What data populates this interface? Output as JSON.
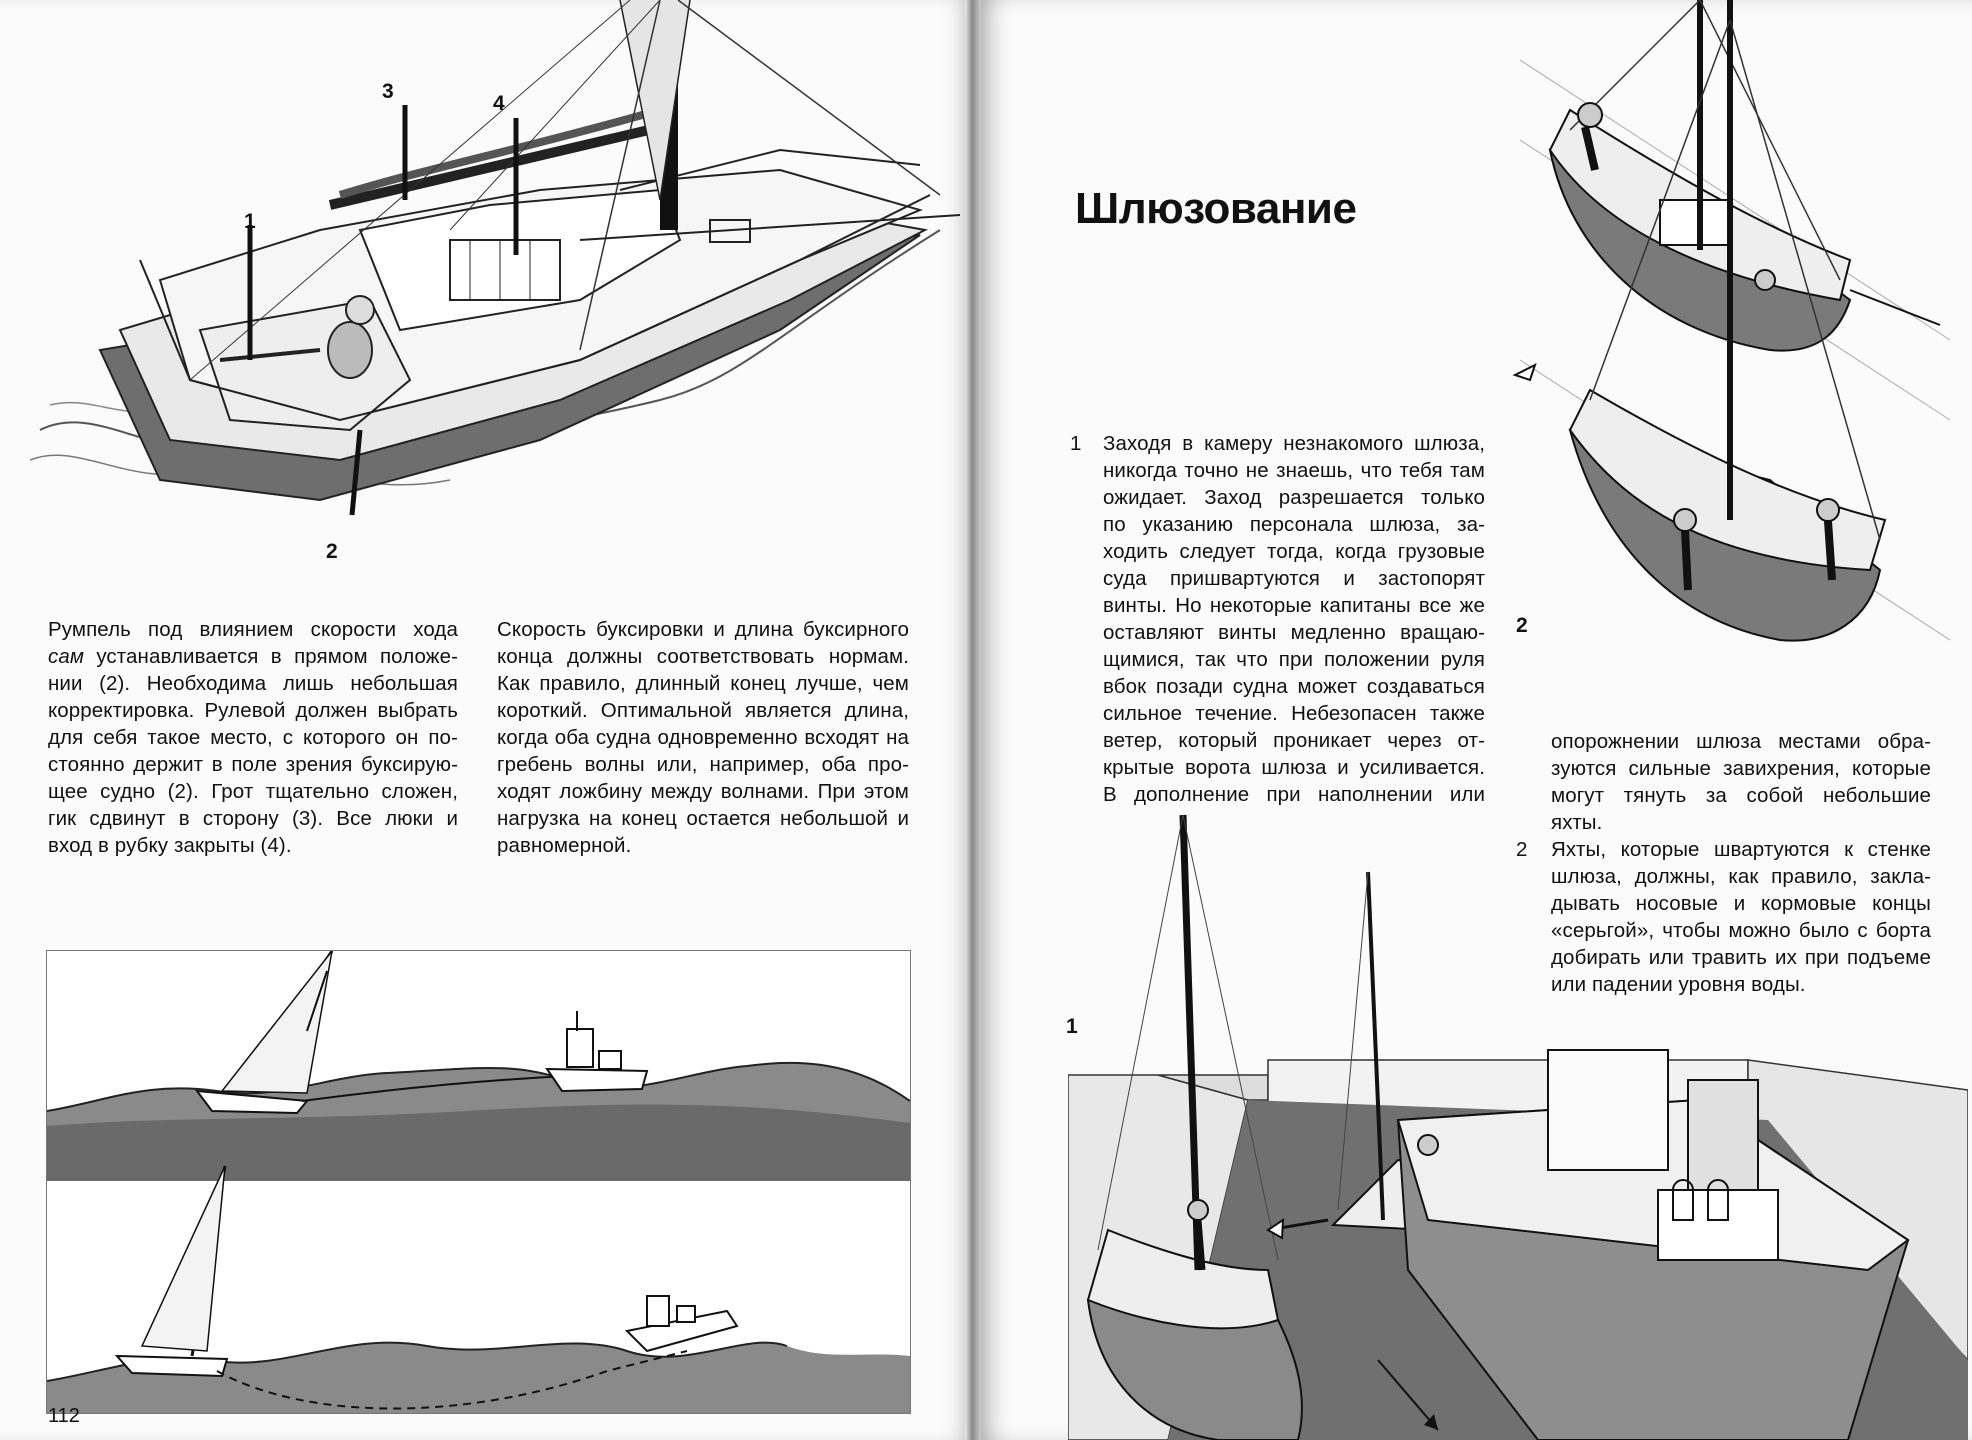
{
  "left_page": {
    "page_number": "112",
    "figure_top": {
      "callouts": [
        "1",
        "2",
        "3",
        "4"
      ]
    },
    "paragraph_left_lines": [
      "Румпель под влиянием скорости хода",
      "сам устанавливается в прямом положе-",
      "нии (2). Необходима лишь небольшая",
      "корректировка. Рулевой должен выбрать",
      "для себя такое место, с которого он по-",
      "стоянно держит в поле зрения буксирую-",
      "щее судно (2). Грот тщательно сложен,",
      "гик сдвинут в сторону (3). Все люки и",
      "вход в рубку закрыты (4)."
    ],
    "paragraph_left_italic_word": "сам",
    "paragraph_right_lines": [
      "Скорость буксировки и длина буксирного",
      "конца должны соответствовать нормам.",
      "Как правило, длинный конец лучше, чем",
      "короткий. Оптимальной является длина,",
      "когда оба судна одновременно всходят на",
      "гребень волны или, например, оба про-",
      "ходят ложбину между волнами. При этом",
      "нагрузка на конец остается небольшой и",
      "равномерной."
    ]
  },
  "right_page": {
    "title": "Шлюзование",
    "item1_number": "1",
    "item1_lines": [
      "Заходя в камеру незнакомого шлюза,",
      "никогда точно не знаешь, что тебя там",
      "ожидает. Заход разрешается только",
      "по указанию персонала шлюза, за-",
      "ходить следует тогда, когда грузовые",
      "суда пришвартуются и застопорят",
      "винты. Но некоторые капитаны все же",
      "оставляют винты медленно вращаю-",
      "щимися, так что при положении руля",
      "вбок позади судна может создаваться",
      "сильное течение. Небезопасен также",
      "ветер, который проникает через от-",
      "крытые ворота шлюза и усиливается.",
      "В дополнение при наполнении или"
    ],
    "item1_continuation_lines": [
      "опорожнении шлюза местами обра-",
      "зуются сильные завихрения, которые",
      "могут тянуть за собой небольшие",
      "яхты."
    ],
    "item2_number": "2",
    "item2_lines": [
      "Яхты, которые швартуются к стенке",
      "шлюза, должны, как правило, закла-",
      "дывать носовые и кормовые концы",
      "«серьгой», чтобы можно было с борта",
      "добирать или травить их при подъеме",
      "или падении уровня воды."
    ],
    "figure_top_label": "2",
    "figure_bottom_label": "1"
  }
}
